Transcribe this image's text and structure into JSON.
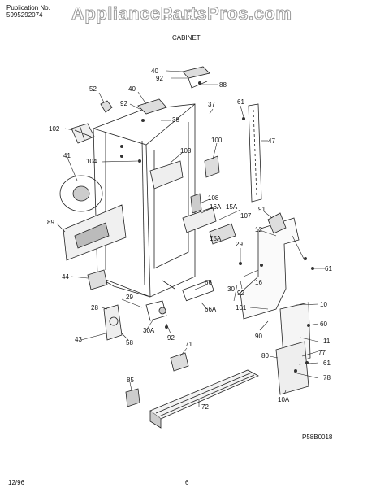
{
  "header": {
    "publication_label": "Publication No.",
    "publication_number": "5995292074",
    "model_partial": "FRS6BC6",
    "watermark": "AppliancePartsPros.com",
    "section_title": "CABINET"
  },
  "footer": {
    "date": "12/96",
    "page_number": "6",
    "figure_code": "P58B0018"
  },
  "part_callouts": [
    "40",
    "92",
    "88",
    "52",
    "40",
    "92",
    "38",
    "37",
    "61",
    "102",
    "41",
    "104",
    "103",
    "100",
    "47",
    "108",
    "16A",
    "15A",
    "107",
    "91",
    "12",
    "89",
    "15A",
    "29",
    "61",
    "44",
    "66",
    "16",
    "66A",
    "92",
    "30",
    "29",
    "28",
    "101",
    "10",
    "90",
    "60",
    "30A",
    "43",
    "58",
    "92",
    "11",
    "71",
    "77",
    "80",
    "61",
    "85",
    "78",
    "72",
    "10A"
  ]
}
